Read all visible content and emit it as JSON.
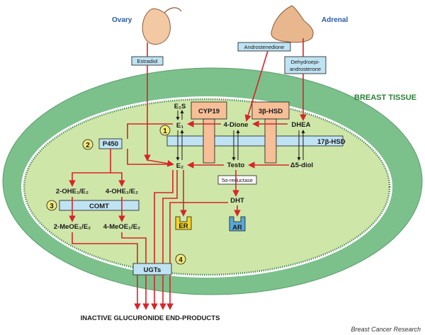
{
  "organs": {
    "ovary": "Ovary",
    "adrenal": "Adrenal"
  },
  "hormone_boxes": {
    "estradiol": "Estradiol",
    "androstenedione": "Androstenedione",
    "dhea_line1": "Dehydroepi-",
    "dhea_line2": "androsterone"
  },
  "tissue_label": "BREAST TISSUE",
  "enzymes": {
    "cyp19": "CYP19",
    "hsd3b": "3β-HSD",
    "hsd17b": "17β-HSD",
    "p450": "P450",
    "comt": "COMT",
    "reductase": "5α-reductase",
    "ugts": "UGTs"
  },
  "metabolites": {
    "e1s": "E₁S",
    "e1": "E₁",
    "e2": "E₂",
    "dione": "4-Dione",
    "dhea": "DHEA",
    "testo": "Testo",
    "diol": "Δ5-diol",
    "dht": "DHT",
    "ohe2": "2-OHE₁/E₂",
    "ohe4": "4-OHE₁/E₂",
    "meoe2": "2-MeOE₁/E₂",
    "meoe4": "4-MeOE₁/E₂"
  },
  "receptors": {
    "er": "ER",
    "ar": "AR"
  },
  "step_numbers": [
    "1",
    "2",
    "3",
    "4"
  ],
  "end_products": "INACTIVE GLUCURONIDE END-PRODUCTS",
  "credit": "Breast Cancer Research",
  "colors": {
    "outer_ellipse": "#7cc08c",
    "inner_ellipse": "#cfe6a9",
    "enzyme_box": "#bfe3f2",
    "cyp_bar": "#f6bf97",
    "arrow": "#d8232a",
    "receptor_er": "#f5d327",
    "receptor_ar": "#5aa7d6",
    "step_circle": "#f1ea7a"
  }
}
